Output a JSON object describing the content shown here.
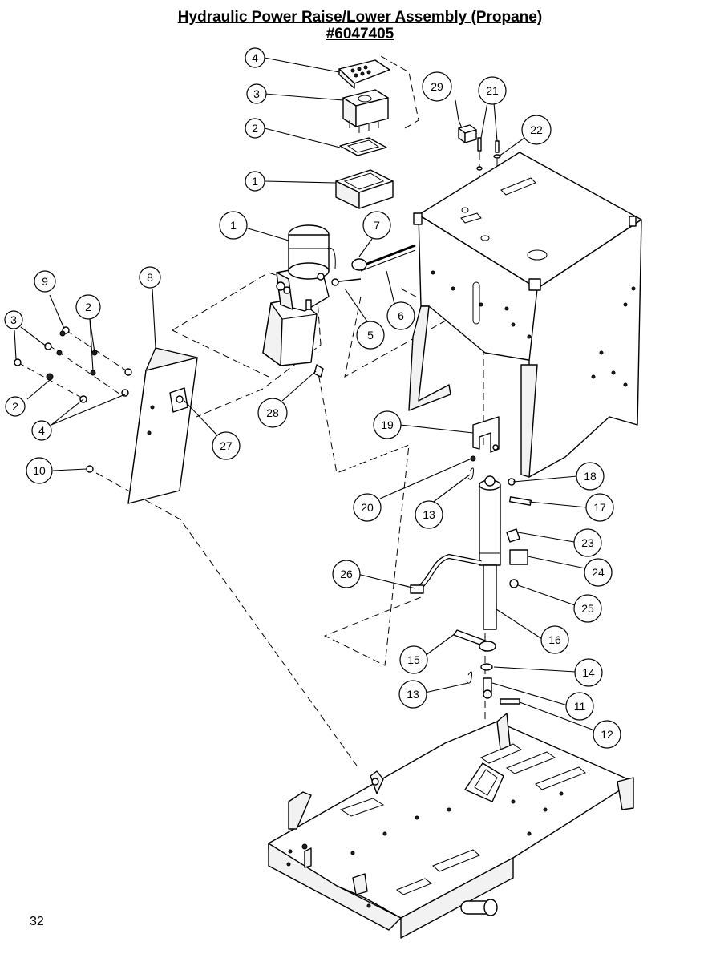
{
  "title": "Hydraulic Power Raise/Lower Assembly (Propane)",
  "part_number": "#6047405",
  "page_number": "32",
  "callouts": [
    {
      "label": "4"
    },
    {
      "label": "3"
    },
    {
      "label": "2"
    },
    {
      "label": "1"
    },
    {
      "label": "29"
    },
    {
      "label": "21"
    },
    {
      "label": "22"
    },
    {
      "label": "1"
    },
    {
      "label": "7"
    },
    {
      "label": "6"
    },
    {
      "label": "5"
    },
    {
      "label": "9"
    },
    {
      "label": "2"
    },
    {
      "label": "8"
    },
    {
      "label": "3"
    },
    {
      "label": "2"
    },
    {
      "label": "4"
    },
    {
      "label": "27"
    },
    {
      "label": "28"
    },
    {
      "label": "10"
    },
    {
      "label": "19"
    },
    {
      "label": "18"
    },
    {
      "label": "17"
    },
    {
      "label": "20"
    },
    {
      "label": "13"
    },
    {
      "label": "23"
    },
    {
      "label": "24"
    },
    {
      "label": "26"
    },
    {
      "label": "25"
    },
    {
      "label": "16"
    },
    {
      "label": "15"
    },
    {
      "label": "14"
    },
    {
      "label": "13"
    },
    {
      "label": "11"
    },
    {
      "label": "12"
    }
  ]
}
